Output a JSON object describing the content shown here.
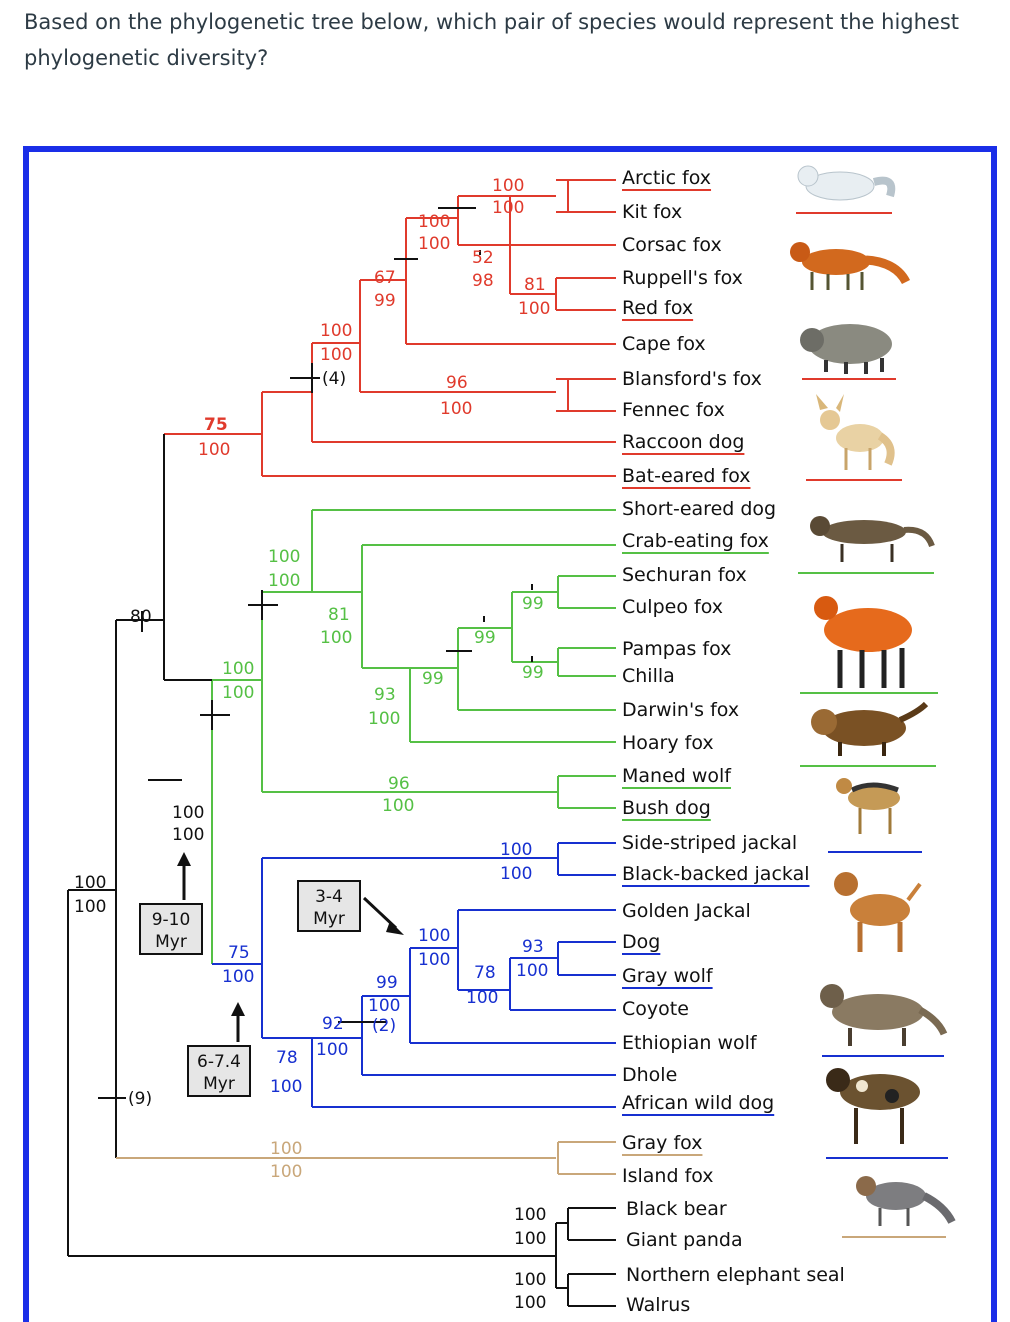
{
  "question": "Based on the phylogenetic tree below, which pair of species would represent the highest phylogenetic diversity?",
  "colors": {
    "text": "#2d3b45",
    "frame": "#1a2ee8",
    "red": "#e03a2c",
    "green": "#55c045",
    "blue": "#1730d0",
    "tan": "#c9a77a",
    "black": "#111111"
  },
  "species": [
    "Arctic fox",
    "Kit fox",
    "Corsac fox",
    "Ruppell's fox",
    "Red fox",
    "Cape fox",
    "Blansford's fox",
    "Fennec fox",
    "Raccoon dog",
    "Bat-eared fox",
    "Short-eared dog",
    "Crab-eating fox",
    "Sechuran fox",
    "Culpeo fox",
    "Pampas fox",
    "Chilla",
    "Darwin's fox",
    "Hoary fox",
    "Maned wolf",
    "Bush dog",
    "Side-striped jackal",
    "Black-backed jackal",
    "Golden Jackal",
    "Dog",
    "Gray wolf",
    "Coyote",
    "Ethiopian wolf",
    "Dhole",
    "African wild dog",
    "Gray fox",
    "Island fox",
    "Black bear",
    "Giant panda",
    "Northern elephant seal",
    "Walrus"
  ],
  "node_labels": {
    "red_arctic_kit": [
      "100",
      "100"
    ],
    "red_vulpes_core": [
      "100",
      "100"
    ],
    "red_52": [
      "52",
      "98"
    ],
    "red_81": [
      "81",
      "100"
    ],
    "red_67": [
      "67",
      "99"
    ],
    "red_96": [
      "96",
      "100"
    ],
    "red_top": [
      "100",
      "100",
      "(4)"
    ],
    "red_clade": [
      "75",
      "100"
    ],
    "green_top": [
      "100",
      "100"
    ],
    "green_81": [
      "81",
      "100"
    ],
    "green_99a": "99",
    "green_99b": "99",
    "green_99c": "99",
    "green_99d": "99",
    "green_93": [
      "93",
      "100"
    ],
    "green_96": [
      "96",
      "100"
    ],
    "green_clade": [
      "100",
      "100"
    ],
    "canid_80": "80",
    "canid_100": [
      "100",
      "100"
    ],
    "root": [
      "100",
      "100"
    ],
    "blue_jackals": [
      "100",
      "100"
    ],
    "blue_canis": [
      "100",
      "100"
    ],
    "blue_93": [
      "93",
      "100"
    ],
    "blue_78a": [
      "78",
      "100"
    ],
    "blue_99": [
      "99",
      "100",
      "(2)"
    ],
    "blue_92": [
      "92",
      "100"
    ],
    "blue_78b": [
      "78",
      "100"
    ],
    "blue_75": [
      "75",
      "100"
    ],
    "urocyon": [
      "100",
      "100"
    ],
    "outgroup_9": "(9)",
    "bears": [
      "100",
      "100"
    ],
    "pinnipeds": [
      "100",
      "100"
    ]
  },
  "time_boxes": {
    "box1": [
      "9-10",
      "Myr"
    ],
    "box2": [
      "3-4",
      "Myr"
    ],
    "box3": [
      "6-7.4",
      "Myr"
    ]
  },
  "icons": [
    "arctic-fox-icon",
    "red-fox-icon",
    "raccoon-dog-icon",
    "fennec-fox-icon",
    "short-eared-dog-icon",
    "maned-wolf-icon",
    "bush-dog-icon",
    "black-backed-jackal-icon",
    "dog-icon",
    "gray-wolf-icon",
    "african-wild-dog-icon",
    "gray-fox-icon"
  ]
}
